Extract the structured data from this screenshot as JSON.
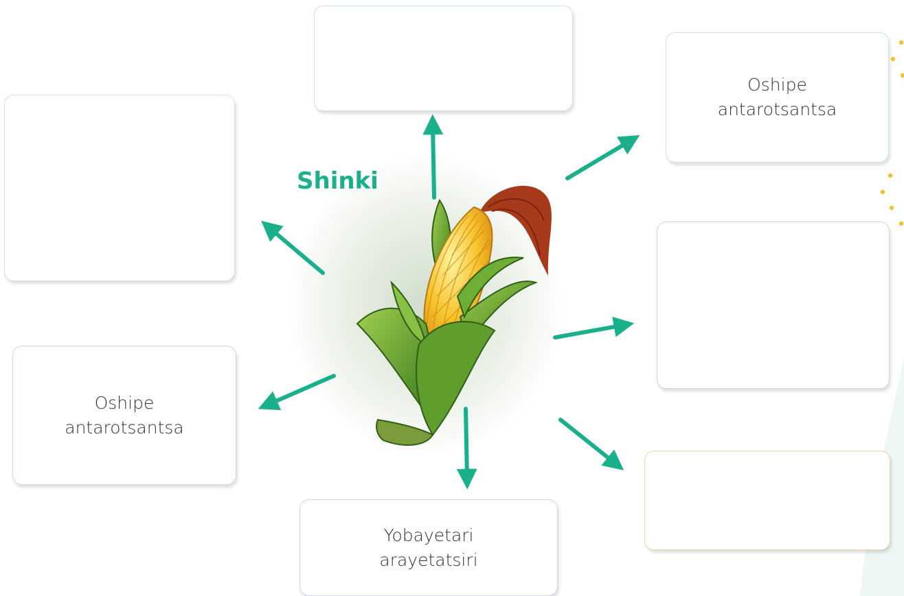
{
  "title": "Shinki",
  "colors": {
    "accent": "#1bb08c",
    "arrow": "#1bb08c",
    "dots": "#f2c230",
    "text": "#333333"
  },
  "boxes": {
    "top": "",
    "top_right": "Oshipe\nantarotsantsa",
    "left_top": "",
    "right_middle": "",
    "left_bottom": "Oshipe\nantarotsantsa",
    "right_bottom": "",
    "bottom": "Yobayetari\narayetatsiri"
  },
  "image": {
    "icon": "corn-cob-icon"
  }
}
